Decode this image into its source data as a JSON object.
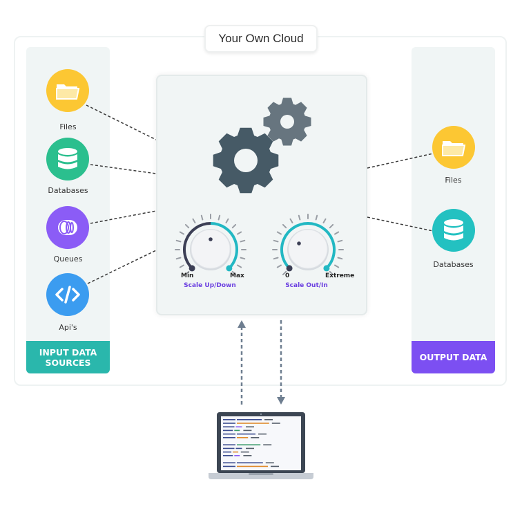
{
  "cloud": {
    "title": "Your Own Cloud"
  },
  "inputs": {
    "footer": "INPUT DATA SOURCES",
    "items": [
      {
        "label": "Files",
        "icon": "folder-icon",
        "color": "#fcc733"
      },
      {
        "label": "Databases",
        "icon": "database-icon",
        "color": "#2bbf8e"
      },
      {
        "label": "Queues",
        "icon": "queue-icon",
        "color": "#8b5cf6"
      },
      {
        "label": "Api's",
        "icon": "code-icon",
        "color": "#3b9cf0"
      }
    ]
  },
  "outputs": {
    "footer": "OUTPUT DATA",
    "items": [
      {
        "label": "Files",
        "icon": "folder-icon",
        "color": "#fcc733"
      },
      {
        "label": "Databases",
        "icon": "database-icon",
        "color": "#23c1c1"
      }
    ]
  },
  "knobs": [
    {
      "min_label": "Min",
      "max_label": "Max",
      "caption": "Scale Up/Down",
      "arc_color": "#3c3f55",
      "accent": "#22b8c3"
    },
    {
      "min_label": "0",
      "max_label": "Extreme",
      "caption": "Scale Out/In",
      "arc_color": "#22b8c3",
      "accent": "#22b8c3"
    }
  ],
  "colors": {
    "gear": "#465a66",
    "dashed": "#3a3a3a",
    "arrow": "#6e7e90"
  }
}
